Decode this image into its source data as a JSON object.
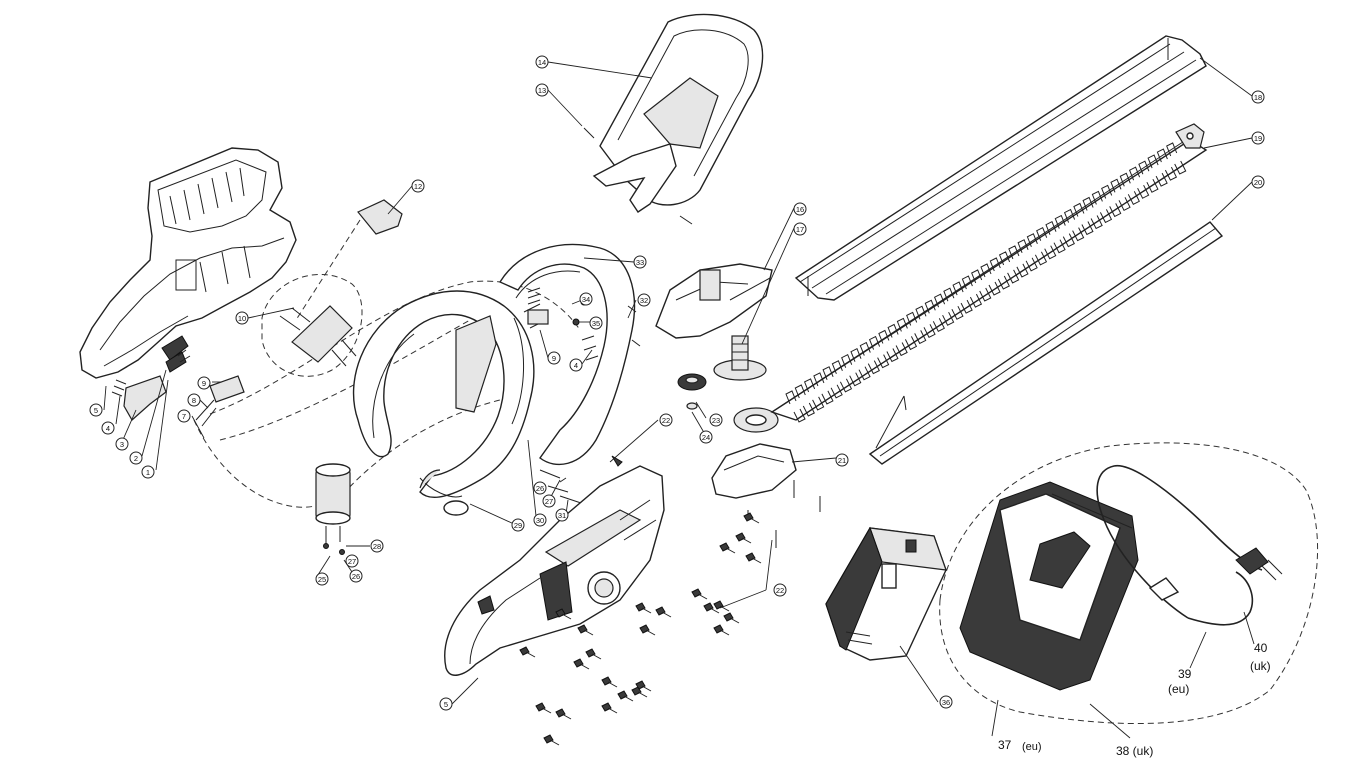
{
  "callouts": [
    {
      "id": "c1",
      "num": "1"
    },
    {
      "id": "c2",
      "num": "2"
    },
    {
      "id": "c3",
      "num": "3"
    },
    {
      "id": "c4a",
      "num": "4"
    },
    {
      "id": "c5a",
      "num": "5"
    },
    {
      "id": "c7",
      "num": "7"
    },
    {
      "id": "c8",
      "num": "8"
    },
    {
      "id": "c9a",
      "num": "9"
    },
    {
      "id": "c10",
      "num": "10"
    },
    {
      "id": "c12",
      "num": "12"
    },
    {
      "id": "c13",
      "num": "13"
    },
    {
      "id": "c14",
      "num": "14"
    },
    {
      "id": "c16",
      "num": "16"
    },
    {
      "id": "c17",
      "num": "17"
    },
    {
      "id": "c18",
      "num": "18"
    },
    {
      "id": "c19",
      "num": "19"
    },
    {
      "id": "c20",
      "num": "20"
    },
    {
      "id": "c21",
      "num": "21"
    },
    {
      "id": "c22a",
      "num": "22"
    },
    {
      "id": "c22b",
      "num": "22"
    },
    {
      "id": "c23",
      "num": "23"
    },
    {
      "id": "c24",
      "num": "24"
    },
    {
      "id": "c25",
      "num": "25"
    },
    {
      "id": "c26a",
      "num": "26"
    },
    {
      "id": "c26b",
      "num": "26"
    },
    {
      "id": "c27a",
      "num": "27"
    },
    {
      "id": "c27b",
      "num": "27"
    },
    {
      "id": "c28",
      "num": "28"
    },
    {
      "id": "c29",
      "num": "29"
    },
    {
      "id": "c30",
      "num": "30"
    },
    {
      "id": "c31",
      "num": "31"
    },
    {
      "id": "c32",
      "num": "32"
    },
    {
      "id": "c33",
      "num": "33"
    },
    {
      "id": "c34",
      "num": "34"
    },
    {
      "id": "c35",
      "num": "35"
    },
    {
      "id": "c36",
      "num": "36"
    },
    {
      "id": "c4b",
      "num": "4"
    },
    {
      "id": "c9b",
      "num": "9"
    },
    {
      "id": "c5b",
      "num": "5"
    }
  ],
  "labels": {
    "l37": "37",
    "l37_sub": "(eu)",
    "l38": "38 (uk)",
    "l39": "39",
    "l39_sub": "(eu)",
    "l40": "40",
    "l40_sub": "(uk)"
  }
}
